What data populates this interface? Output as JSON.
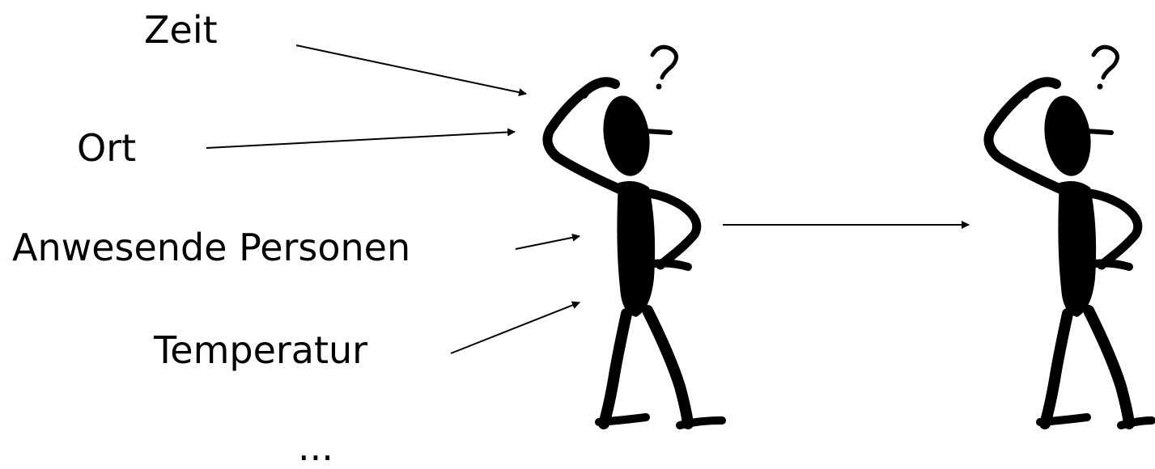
{
  "inputs": {
    "time": "Zeit",
    "location": "Ort",
    "people_present": "Anwesende Personen",
    "temperature": "Temperatur",
    "more": "..."
  },
  "colors": {
    "ink": "#000000",
    "background": "#ffffff"
  },
  "figures": [
    "thinking-person",
    "thinking-person"
  ],
  "glyphs": {
    "question": "?"
  }
}
